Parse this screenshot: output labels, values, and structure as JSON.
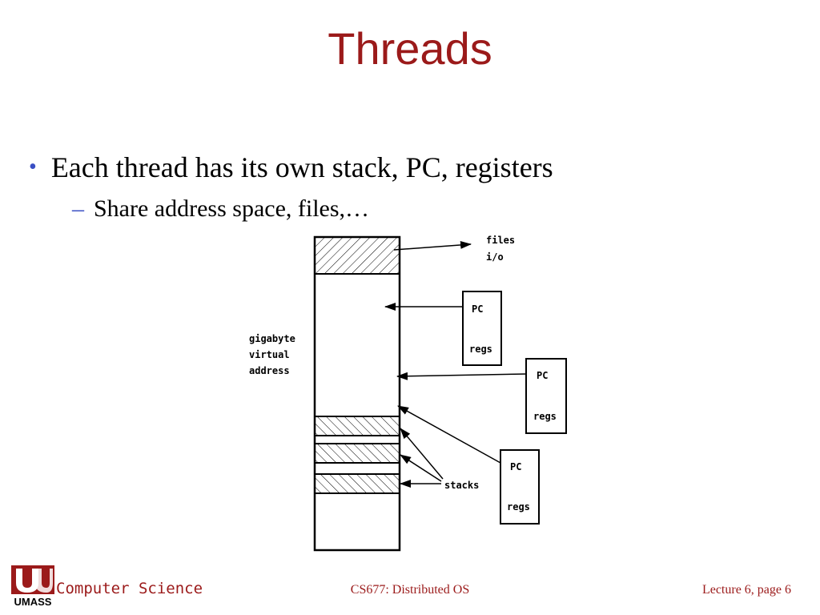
{
  "slide": {
    "title": "Threads",
    "bullets": [
      {
        "text": "Each thread has its own stack, PC, registers"
      },
      {
        "text": "Share address space, files,…"
      }
    ]
  },
  "diagram": {
    "files_label": "files",
    "io_label": "i/o",
    "address_label": [
      "gigabyte",
      "virtual",
      "address"
    ],
    "stacks_label": "stacks",
    "pc_label": "PC",
    "regs_label": "regs"
  },
  "footer": {
    "logo_text": "UMASS",
    "dept": "Computer Science",
    "course": "CS677: Distributed OS",
    "page": "Lecture 6, page 6"
  },
  "colors": {
    "title": "#9b1a1a",
    "bullet": "#3a4fc4",
    "footer": "#9b1a1a"
  }
}
